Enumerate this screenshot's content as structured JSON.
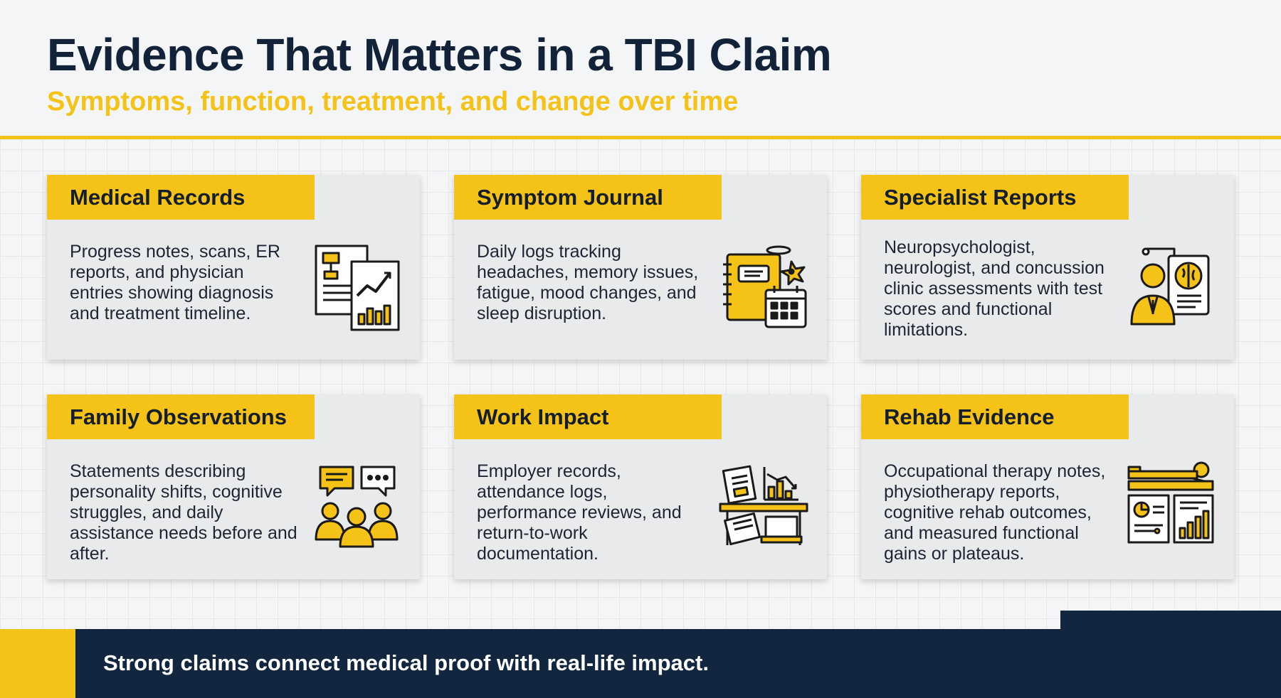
{
  "header": {
    "title": "Evidence That Matters in a TBI Claim",
    "subtitle": "Symptoms, function, treatment, and change over time"
  },
  "cards": [
    {
      "title": "Medical Records",
      "body": "Progress notes, scans, ER reports, and physician entries showing diagnosis and treatment timeline.",
      "icon": "medical-records-chart-icon"
    },
    {
      "title": "Symptom Journal",
      "body": "Daily logs tracking headaches, memory issues, fatigue, mood changes, and sleep disruption.",
      "icon": "journal-calendar-icon"
    },
    {
      "title": "Specialist Reports",
      "body": "Neuropsychologist, neurologist, and concussion clinic assessments with test scores and functional limitations.",
      "icon": "doctor-brain-report-icon"
    },
    {
      "title": "Family Observations",
      "body": "Statements describing personality shifts, cognitive struggles, and daily assistance needs before and after.",
      "icon": "family-speech-bubbles-icon"
    },
    {
      "title": "Work Impact",
      "body": "Employer records, attendance logs, performance reviews, and return-to-work documentation.",
      "icon": "workplace-documents-icon"
    },
    {
      "title": "Rehab Evidence",
      "body": "Occupational therapy notes, physiotherapy reports, cognitive rehab outcomes, and measured functional gains or plateaus.",
      "icon": "rehab-progress-icon"
    }
  ],
  "footer": {
    "text": "Strong claims connect medical proof with real-life impact."
  },
  "colors": {
    "accent": "#f5c218",
    "navy": "#13263f",
    "card_bg": "#e9eaec",
    "ink": "#141e2c"
  }
}
